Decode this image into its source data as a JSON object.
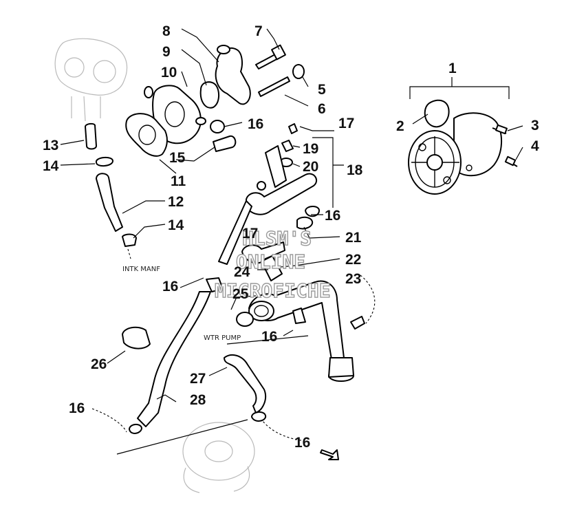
{
  "callouts": [
    {
      "id": "c1",
      "text": "1"
    },
    {
      "id": "c2",
      "text": "2"
    },
    {
      "id": "c3",
      "text": "3"
    },
    {
      "id": "c4",
      "text": "4"
    },
    {
      "id": "c5",
      "text": "5"
    },
    {
      "id": "c6",
      "text": "6"
    },
    {
      "id": "c7",
      "text": "7"
    },
    {
      "id": "c8",
      "text": "8"
    },
    {
      "id": "c9",
      "text": "9"
    },
    {
      "id": "c10",
      "text": "10"
    },
    {
      "id": "c11",
      "text": "11"
    },
    {
      "id": "c12",
      "text": "12"
    },
    {
      "id": "c13",
      "text": "13"
    },
    {
      "id": "c14a",
      "text": "14"
    },
    {
      "id": "c14b",
      "text": "14"
    },
    {
      "id": "c15",
      "text": "15"
    },
    {
      "id": "c16a",
      "text": "16"
    },
    {
      "id": "c16b",
      "text": "16"
    },
    {
      "id": "c16c",
      "text": "16"
    },
    {
      "id": "c16d",
      "text": "16"
    },
    {
      "id": "c16e",
      "text": "16"
    },
    {
      "id": "c16f",
      "text": "16"
    },
    {
      "id": "c17a",
      "text": "17"
    },
    {
      "id": "c17b",
      "text": "17"
    },
    {
      "id": "c18",
      "text": "18"
    },
    {
      "id": "c19",
      "text": "19"
    },
    {
      "id": "c20",
      "text": "20"
    },
    {
      "id": "c21",
      "text": "21"
    },
    {
      "id": "c22",
      "text": "22"
    },
    {
      "id": "c23",
      "text": "23"
    },
    {
      "id": "c24",
      "text": "24"
    },
    {
      "id": "c25",
      "text": "25"
    },
    {
      "id": "c26",
      "text": "26"
    },
    {
      "id": "c27",
      "text": "27"
    },
    {
      "id": "c28",
      "text": "28"
    }
  ],
  "notes": {
    "intake": "INTK MANF",
    "pump": "WTR PUMP"
  },
  "watermark": [
    "HLSM'S",
    "ONLINE",
    "MICROFICHE"
  ]
}
